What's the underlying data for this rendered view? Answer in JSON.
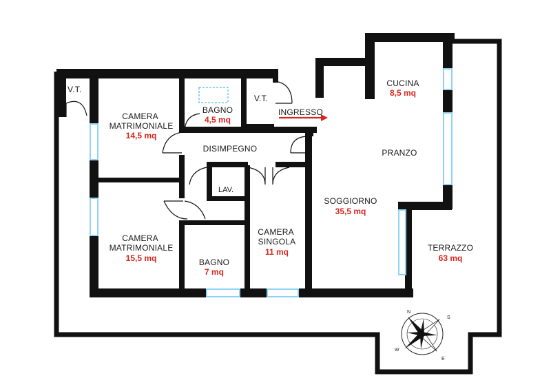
{
  "rooms": [
    {
      "id": "vt-left",
      "label": "V.T.",
      "area": null
    },
    {
      "id": "camera-matrimoniale-1",
      "label": "CAMERA\nMATRIMONIALE",
      "area": "14,5 mq"
    },
    {
      "id": "bagno-1",
      "label": "BAGNO",
      "area": "4,5 mq"
    },
    {
      "id": "vt-center",
      "label": "V.T.",
      "area": null
    },
    {
      "id": "disimpegno",
      "label": "DISIMPEGNO",
      "area": null
    },
    {
      "id": "lav",
      "label": "LAV.",
      "area": null
    },
    {
      "id": "camera-matrimoniale-2",
      "label": "CAMERA\nMATRIMONIALE",
      "area": "15,5 mq"
    },
    {
      "id": "bagno-2",
      "label": "BAGNO",
      "area": "7 mq"
    },
    {
      "id": "camera-singola",
      "label": "CAMERA\nSINGOLA",
      "area": "11 mq"
    },
    {
      "id": "cucina",
      "label": "CUCINA",
      "area": "8,5 mq"
    },
    {
      "id": "pranzo",
      "label": "PRANZO",
      "area": null
    },
    {
      "id": "soggiorno",
      "label": "SOGGIORNO",
      "area": "35,5 mq"
    },
    {
      "id": "terrazzo",
      "label": "TERRAZZO",
      "area": "63 mq"
    }
  ],
  "entrance": {
    "label": "INGRESSO",
    "arrow_color": "#d7261e"
  },
  "compass": {
    "letters": [
      "N",
      "S",
      "E",
      "W"
    ]
  },
  "colors": {
    "wall": "#111111",
    "window": "#8fd3f4",
    "area_text": "#d7261e",
    "dashed_fixture": "#6ec6ee"
  }
}
